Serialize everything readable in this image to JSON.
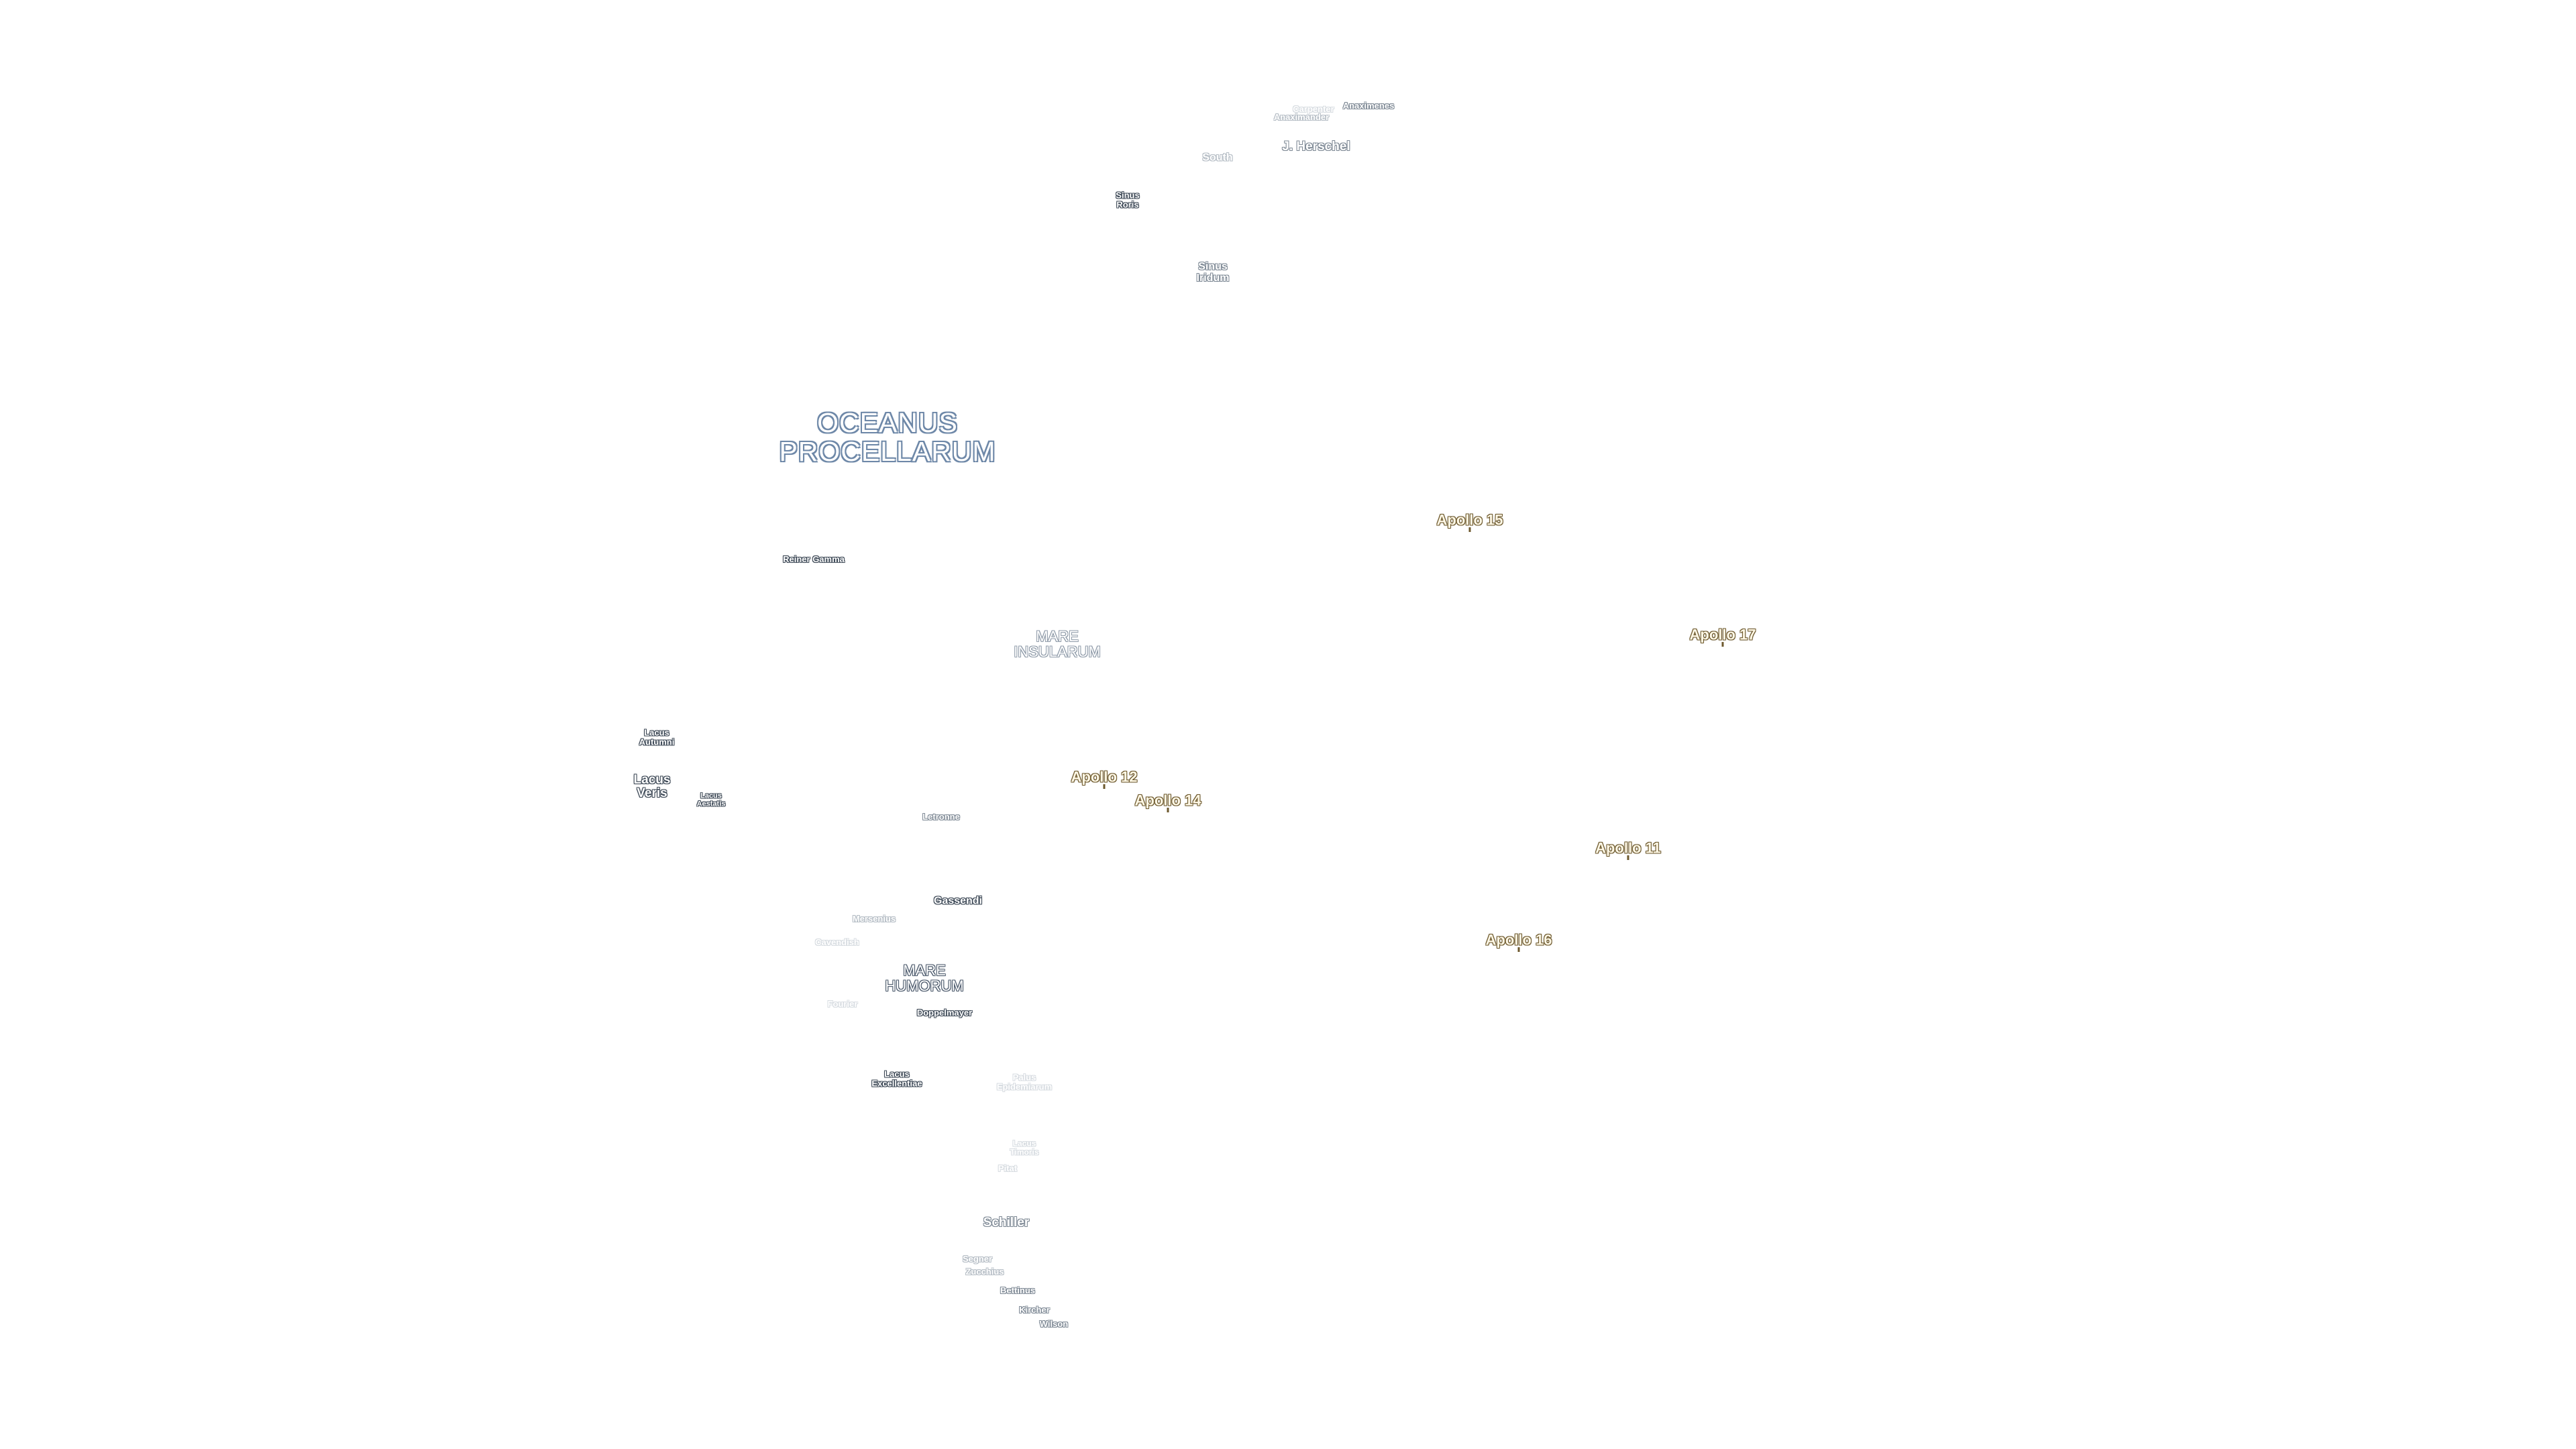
{
  "map": {
    "maria": {
      "oceanus_procellarum": "OCEANUS\nPROCELLARUM",
      "mare_insularum": "MARE\nINSULARUM",
      "mare_humorum": "MARE\nHUMORUM"
    },
    "features": {
      "anaximenes": "Anaximenes",
      "carpenter": "Carpenter",
      "anaximander": "Anaximander",
      "j_herschel": "J. Herschel",
      "south": "South",
      "sinus_roris": "Sinus\nRoris",
      "sinus_iridum": "Sinus\nIridum",
      "reiner_gamma": "Reiner Gamma",
      "lacus_autumni": "Lacus\nAutumni",
      "lacus_veris": "Lacus\nVeris",
      "lacus_aestatis": "Lacus\nAestatis",
      "letronne": "Letronne",
      "gassendi": "Gassendi",
      "mersenius": "Mersenius",
      "cavendish": "Cavendish",
      "fourier": "Fourier",
      "doppelmayer": "Doppelmayer",
      "lacus_excellentiae": "Lacus\nExcellentiae",
      "palus_epidemiarum": "Palus\nEpidemiarum",
      "lacus_timoris": "Lacus\nTimoris",
      "pitat": "Pitat",
      "schiller": "Schiller",
      "segner": "Segner",
      "zucchius": "Zucchius",
      "bettinus": "Bettinus",
      "kircher": "Kircher",
      "wilson": "Wilson"
    },
    "landing_sites": {
      "apollo_15": "Apollo 15",
      "apollo_17": "Apollo 17",
      "apollo_12": "Apollo 12",
      "apollo_14": "Apollo 14",
      "apollo_11": "Apollo 11",
      "apollo_16": "Apollo 16"
    },
    "colors": {
      "background": "#ffffff",
      "mare_outline": "#6e88a8",
      "apollo_outline": "#6e5a2e",
      "feature_outline": "#3c4856"
    }
  }
}
